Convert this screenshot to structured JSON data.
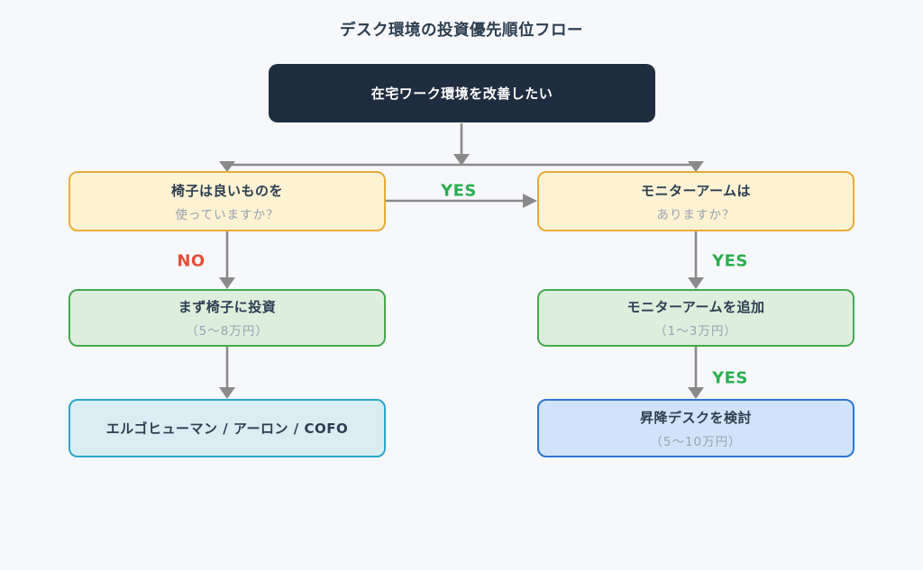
{
  "page": {
    "title": "デスク環境の投資優先順位フロー",
    "background_color": "#f7f8fb"
  },
  "flowchart": {
    "nodes": {
      "start": {
        "label": "在宅ワーク環境を改善したい",
        "fill": "#1f2d40",
        "text_color": "#ffffff"
      },
      "q_chair": {
        "title": "椅子は良いものを",
        "subtitle": "使っていますか？",
        "fill": "#fdf3d2",
        "border": "#e8ab3a"
      },
      "q_monitor": {
        "title": "モニターアームは",
        "subtitle": "ありますか？",
        "fill": "#fdf3d2",
        "border": "#e8ab3a"
      },
      "invest_chair": {
        "title": "まず椅子に投資",
        "subtitle": "（5〜8万円）",
        "fill": "#ddeedd",
        "border": "#45a94e"
      },
      "monitor_arm": {
        "title": "モニターアームを追加",
        "subtitle": "（1〜3万円）",
        "fill": "#ddeedd",
        "border": "#45a94e"
      },
      "chair_brands": {
        "title": "エルゴヒューマン / アーロン / COFO",
        "fill": "#d9edf2",
        "border": "#2ba7c9"
      },
      "standing_desk": {
        "title": "昇降デスクを検討",
        "subtitle": "（5〜10万円）",
        "fill": "#cfe4fa",
        "border": "#2f76d3"
      }
    },
    "edge_labels": {
      "chair_yes_to_monitor": "YES",
      "chair_no": "NO",
      "monitor_yes": "YES",
      "arm_yes": "YES"
    },
    "edge_label_colors": {
      "yes": "#2aae4f",
      "no": "#e74c3c"
    },
    "connector_color": "#8a8a8a"
  }
}
